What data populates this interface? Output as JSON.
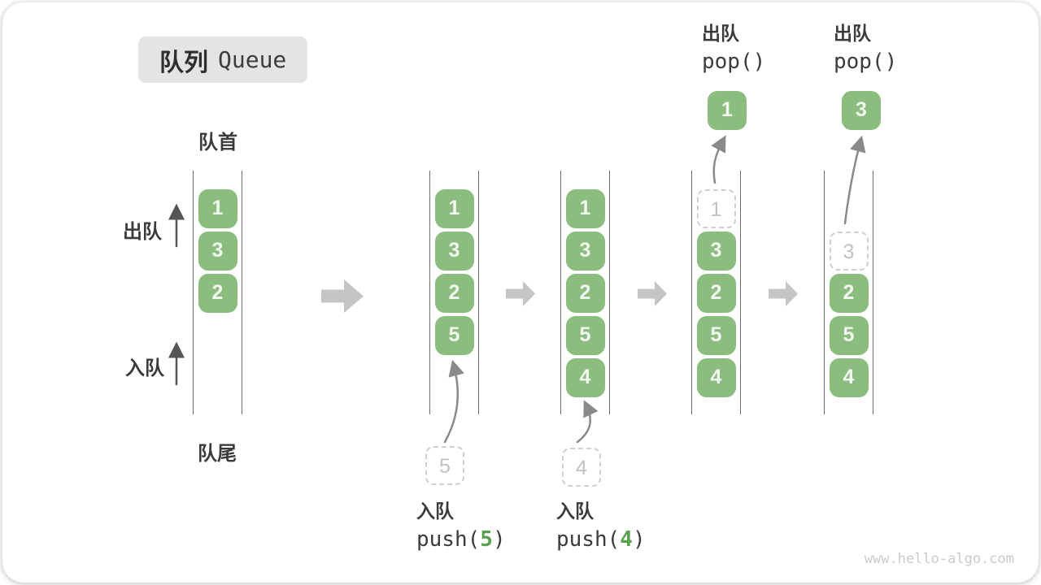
{
  "title": {
    "zh": "队列",
    "en": "Queue"
  },
  "side_labels": {
    "front": "队首",
    "rear": "队尾",
    "dequeue": "出队",
    "enqueue": "入队"
  },
  "queues": [
    {
      "name": "step-1",
      "cells": [
        {
          "value": "1"
        },
        {
          "value": "3"
        },
        {
          "value": "2"
        }
      ]
    },
    {
      "name": "step-2",
      "cells": [
        {
          "value": "1"
        },
        {
          "value": "3"
        },
        {
          "value": "2"
        },
        {
          "value": "5"
        }
      ],
      "pending": {
        "value": "5"
      }
    },
    {
      "name": "step-3",
      "cells": [
        {
          "value": "1"
        },
        {
          "value": "3"
        },
        {
          "value": "2"
        },
        {
          "value": "5"
        },
        {
          "value": "4"
        }
      ],
      "pending": {
        "value": "4"
      }
    },
    {
      "name": "step-4",
      "removed": {
        "value": "1"
      },
      "cells": [
        {
          "value": "3"
        },
        {
          "value": "2"
        },
        {
          "value": "5"
        },
        {
          "value": "4"
        }
      ],
      "popped": {
        "value": "1"
      }
    },
    {
      "name": "step-5",
      "removed": {
        "value": "3"
      },
      "cells": [
        {
          "value": "2"
        },
        {
          "value": "5"
        },
        {
          "value": "4"
        }
      ],
      "popped": {
        "value": "3"
      }
    }
  ],
  "captions": {
    "push5": {
      "action": "入队",
      "fn_open": "push(",
      "arg": "5",
      "fn_close": ")"
    },
    "push4": {
      "action": "入队",
      "fn_open": "push(",
      "arg": "4",
      "fn_close": ")"
    },
    "pop_a": {
      "action": "出队",
      "fn": "pop()"
    },
    "pop_b": {
      "action": "出队",
      "fn": "pop()"
    }
  },
  "watermark": "www.hello-algo.com",
  "colors": {
    "cell_green": "#8bbd7e",
    "cell_text": "#f4f8f2",
    "arg_green": "#57a14e",
    "dashed_border": "#cfcfcf",
    "block_arrow_gray": "#c5c5c5",
    "curve_arrow_gray": "#8a8a8a",
    "label_dark": "#3b3b3b",
    "badge_bg": "#e4e4e4",
    "watermark_gray": "#cbcbcb"
  }
}
